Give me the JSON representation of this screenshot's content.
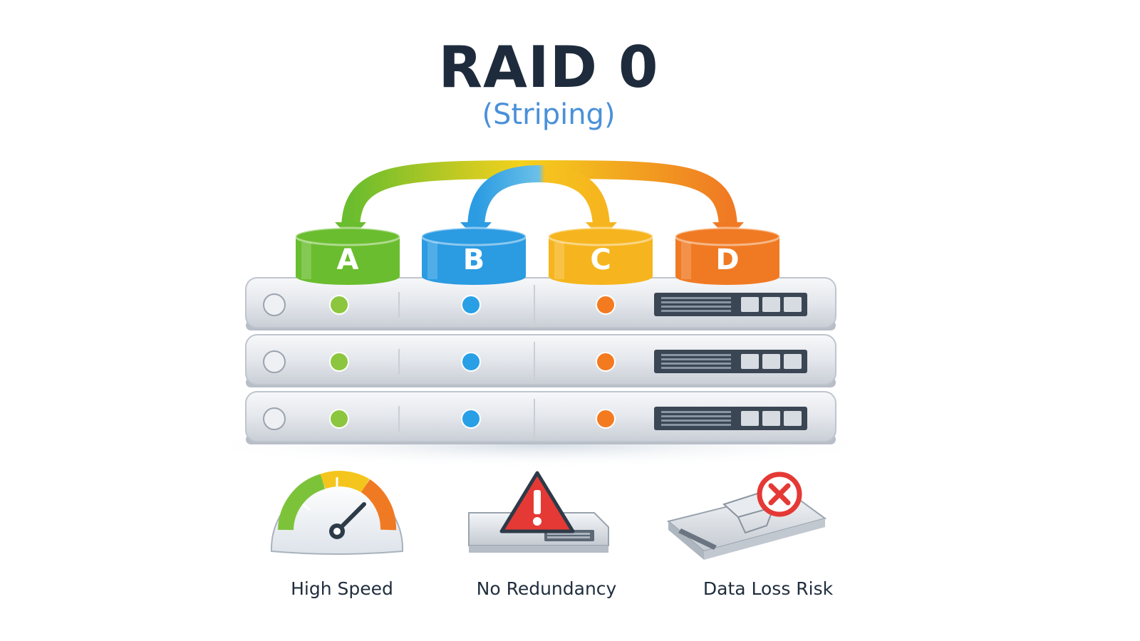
{
  "title": "RAID 0",
  "subtitle": "(Striping)",
  "drives": [
    {
      "letter": "A",
      "color": "#6abd2e"
    },
    {
      "letter": "B",
      "color": "#2b9be2"
    },
    {
      "letter": "C",
      "color": "#f6b51e"
    },
    {
      "letter": "D",
      "color": "#f07a23"
    }
  ],
  "features": [
    {
      "label": "High Speed",
      "icon": "speedometer-icon"
    },
    {
      "label": "No Redundancy",
      "icon": "warning-drive-icon"
    },
    {
      "label": "Data Loss Risk",
      "icon": "broken-drive-icon"
    }
  ],
  "colors": {
    "title": "#1e2b3c",
    "subtitle": "#4a90d9",
    "led_green": "#8cc63f",
    "led_blue": "#29a0e6",
    "led_orange": "#f47a20",
    "warning": "#e53935"
  }
}
